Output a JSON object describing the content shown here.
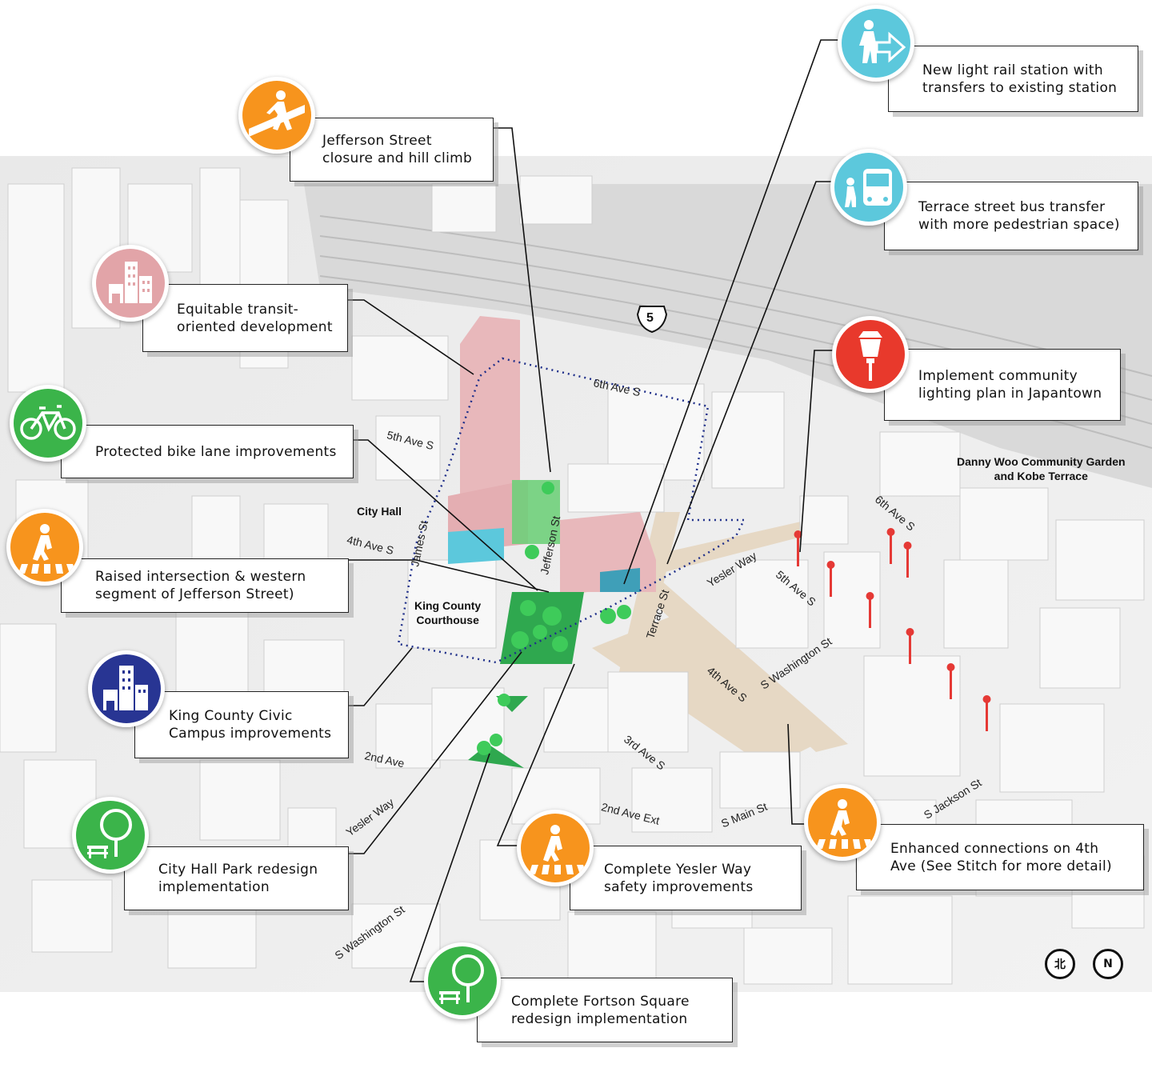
{
  "callouts": [
    {
      "id": "jefferson-hill-climb",
      "lines": [
        "Jefferson Street",
        "closure and hill climb"
      ],
      "icon": "pedestrian-crossing-icon",
      "color": "#f7941d"
    },
    {
      "id": "light-rail-station",
      "lines": [
        "New light rail station with",
        "transfers to existing station"
      ],
      "icon": "pedestrian-arrow-icon",
      "color": "#5cc8dc"
    },
    {
      "id": "terrace-bus-transfer",
      "lines": [
        "Terrace street bus transfer",
        "with more pedestrian space)"
      ],
      "icon": "bus-pedestrian-icon",
      "color": "#5cc8dc"
    },
    {
      "id": "transit-oriented-development",
      "lines": [
        "Equitable transit-",
        "oriented development"
      ],
      "icon": "buildings-icon",
      "color": "#e2a4a8"
    },
    {
      "id": "community-lighting",
      "lines": [
        "Implement community",
        "lighting plan in Japantown"
      ],
      "icon": "lantern-icon",
      "color": "#e8392c"
    },
    {
      "id": "bike-lane",
      "lines": [
        "Protected bike lane improvements"
      ],
      "icon": "bicycle-icon",
      "color": "#3bb44a"
    },
    {
      "id": "raised-intersection",
      "lines": [
        "Raised intersection & western",
        "segment of Jefferson Street)"
      ],
      "icon": "crosswalk-icon",
      "color": "#f7941d"
    },
    {
      "id": "civic-campus",
      "lines": [
        "King County Civic",
        "Campus improvements"
      ],
      "icon": "civic-buildings-icon",
      "color": "#283593"
    },
    {
      "id": "city-hall-park",
      "lines": [
        "City Hall Park redesign",
        "implementation"
      ],
      "icon": "tree-bench-icon",
      "color": "#3bb44a"
    },
    {
      "id": "yesler-safety",
      "lines": [
        "Complete Yesler Way",
        "safety improvements"
      ],
      "icon": "crosswalk-icon",
      "color": "#f7941d"
    },
    {
      "id": "fourth-ave-connections",
      "lines": [
        "Enhanced connections on 4th",
        "Ave (See Stitch for more detail)"
      ],
      "icon": "crosswalk-icon",
      "color": "#f7941d"
    },
    {
      "id": "fortson-square",
      "lines": [
        "Complete Fortson Square",
        "redesign implementation"
      ],
      "icon": "tree-bench-icon",
      "color": "#3bb44a"
    }
  ],
  "streets": [
    "6th Ave S",
    "5th Ave S",
    "4th Ave S",
    "James St",
    "Jefferson St",
    "Terrace St",
    "Yesler Way",
    "5th Ave S",
    "6th Ave S",
    "S Washington St",
    "4th Ave S",
    "3rd Ave S",
    "2nd Ave",
    "Yesler Way",
    "2nd Ave Ext",
    "S Main St",
    "S Jackson St",
    "S Washington St"
  ],
  "places": {
    "city_hall": "City Hall",
    "courthouse": [
      "King County",
      "Courthouse"
    ],
    "garden": [
      "Danny Woo Community Garden",
      "and Kobe Terrace"
    ]
  },
  "interstate_shield": "5",
  "compass": {
    "north_cn": "北",
    "north_en": "N"
  },
  "colors": {
    "tod_building": "#e8b8bb",
    "park_green": "#2fa84f",
    "study_boundary": "#1f2f8a",
    "lantern_red": "#e53935"
  }
}
